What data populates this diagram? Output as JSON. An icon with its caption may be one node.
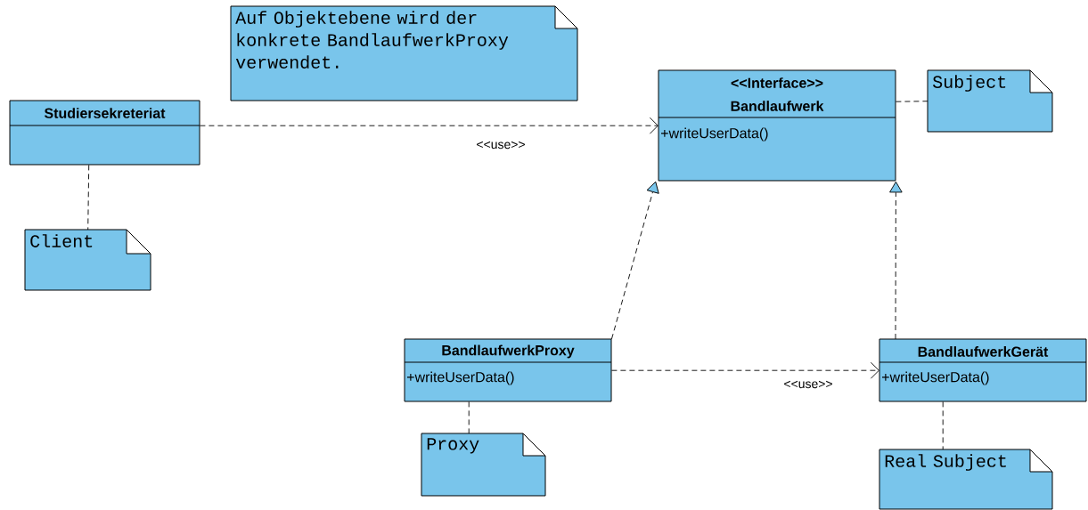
{
  "diagram": {
    "nodes": [
      {
        "text": [
          "Auf Objektebene wird der konkrete BandlaufwerkProxy verwendet."
        ]
      },
      {
        "text": [
          "Studiersekreteriat"
        ]
      },
      {
        "text": [
          "Client"
        ]
      },
      {
        "text": [
          "<<Interface>>",
          "Bandlaufwerk",
          "+writeUserData()"
        ]
      },
      {
        "text": [
          "Subject"
        ]
      },
      {
        "text": [
          "BandlaufwerkProxy",
          "+writeUserData()"
        ]
      },
      {
        "text": [
          "Proxy"
        ]
      },
      {
        "text": [
          "BandlaufwerkGerät",
          "+writeUserData()"
        ]
      },
      {
        "text": [
          "Real Subject"
        ]
      }
    ],
    "edges": [
      {
        "from": 1,
        "to": 3,
        "arrow": "to",
        "label": "<<use>>",
        "style": "dashed"
      },
      {
        "from": 1,
        "to": 2,
        "arrow": "none",
        "style": "dashed"
      },
      {
        "from": 3,
        "to": 4,
        "arrow": "none",
        "style": "dashed"
      },
      {
        "from": 5,
        "to": 3,
        "arrow": "to",
        "style": "dashed"
      },
      {
        "from": 7,
        "to": 3,
        "arrow": "to",
        "style": "dashed"
      },
      {
        "from": 5,
        "to": 7,
        "arrow": "to",
        "label": "<<use>>",
        "style": "dashed"
      },
      {
        "from": 5,
        "to": 6,
        "arrow": "none",
        "style": "dashed"
      },
      {
        "from": 7,
        "to": 8,
        "arrow": "none",
        "style": "dashed"
      }
    ]
  }
}
